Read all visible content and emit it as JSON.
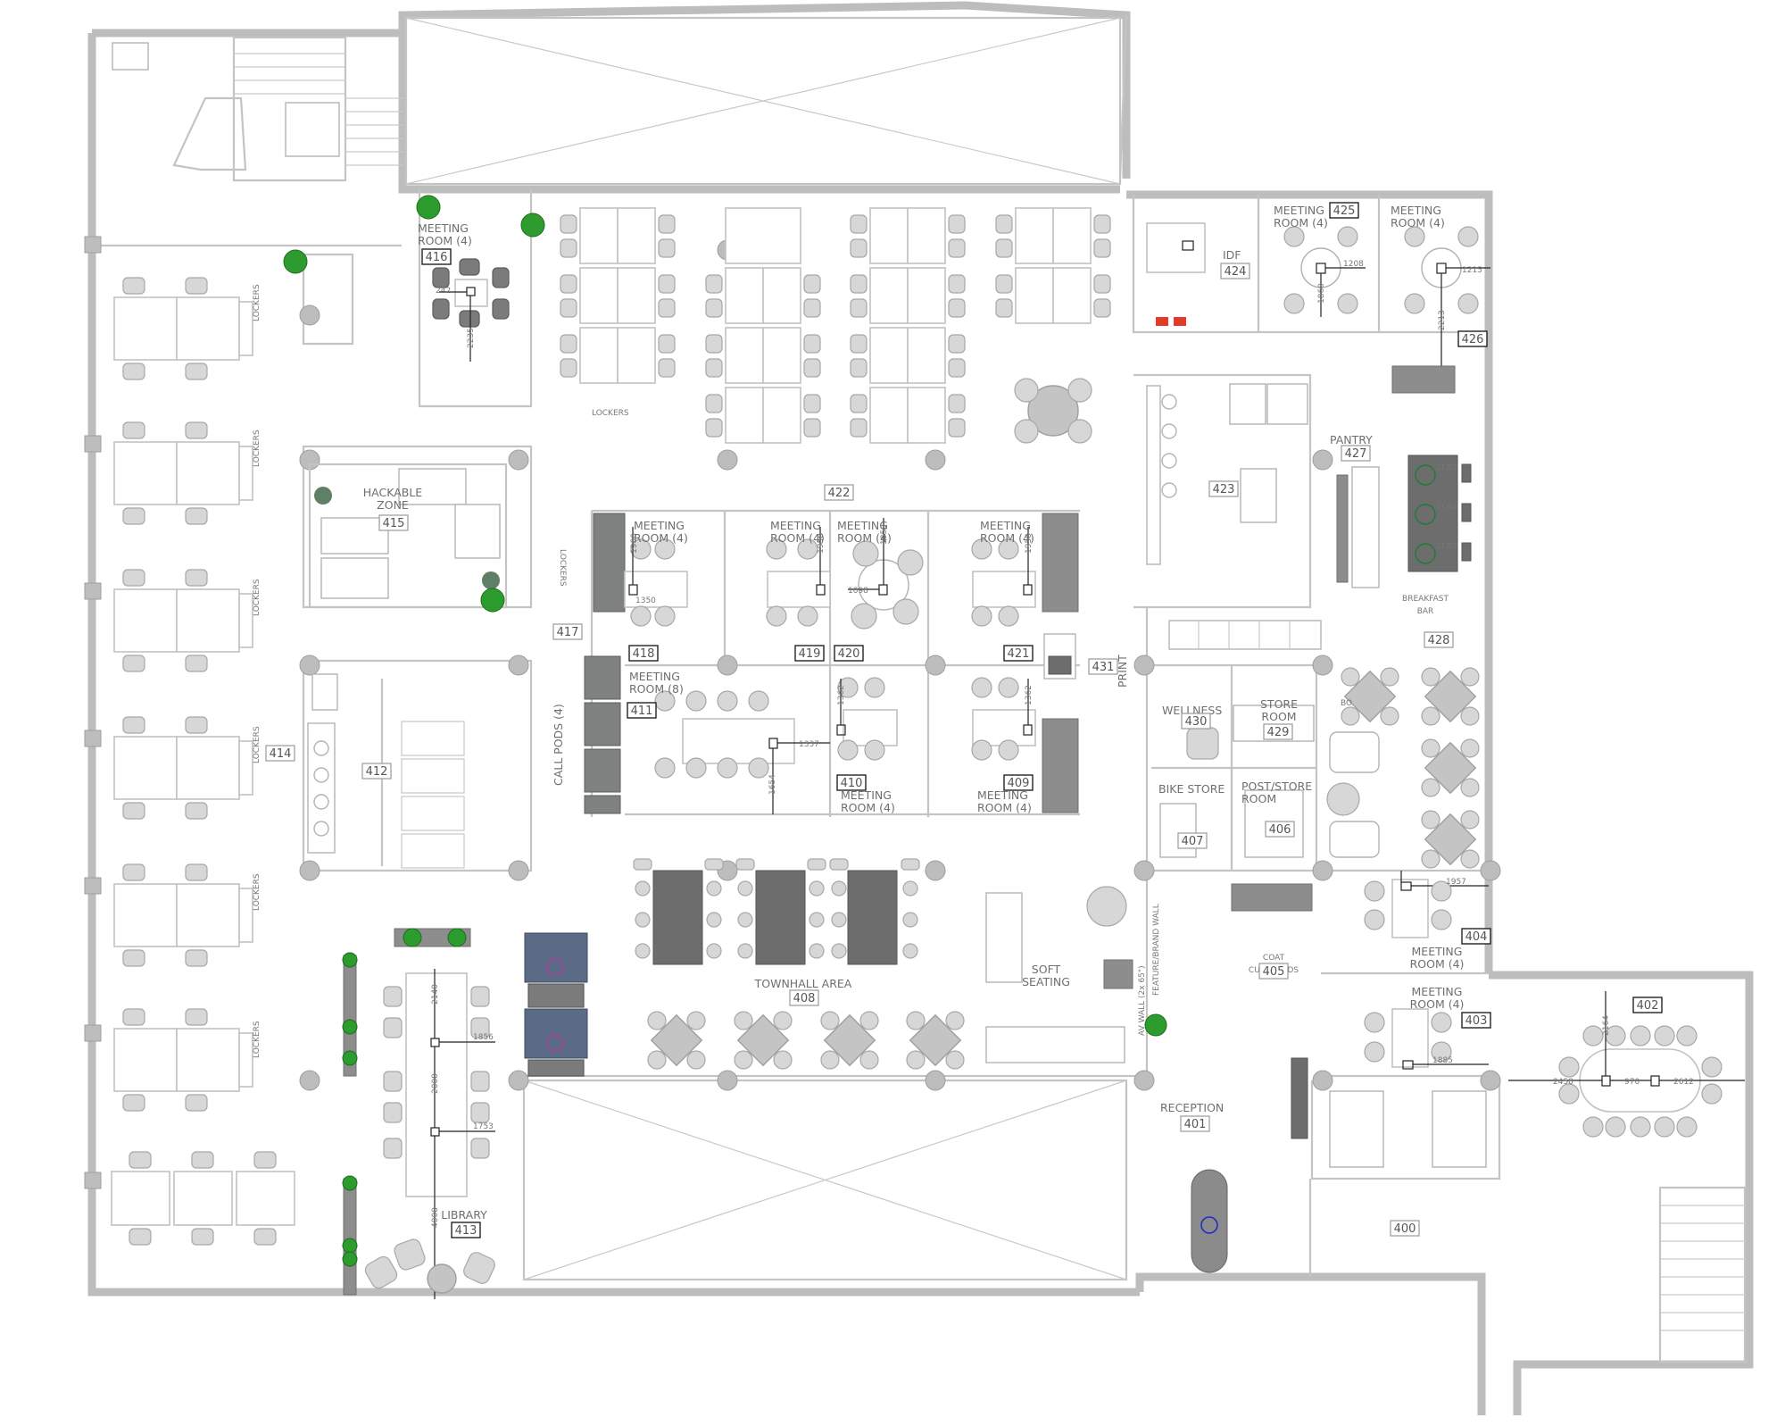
{
  "rooms": {
    "r416": {
      "name": "MEETING\nROOM  (4)",
      "num": "416"
    },
    "r415": {
      "name": "HACKABLE\nZONE",
      "num": "415"
    },
    "r414": {
      "num": "414"
    },
    "r412": {
      "num": "412"
    },
    "r413": {
      "name": "LIBRARY",
      "num": "413"
    },
    "r417": {
      "num": "417"
    },
    "r418": {
      "name": "MEETING\nROOM  (4)",
      "num": "418"
    },
    "r419": {
      "name": "MEETING\nROOM  (4)",
      "num": "419"
    },
    "r420": {
      "name": "MEETING\nROOM  (4)",
      "num": "420"
    },
    "r421": {
      "name": "MEETING\nROOM  (4)",
      "num": "421"
    },
    "r411": {
      "name": "MEETING\nROOM  (8)",
      "num": "411"
    },
    "r410": {
      "name": "MEETING\nROOM  (4)",
      "num": "410"
    },
    "r409": {
      "name": "MEETING\nROOM  (4)",
      "num": "409"
    },
    "r422": {
      "num": "422"
    },
    "r408": {
      "name": "TOWNHALL  AREA",
      "num": "408"
    },
    "r424": {
      "name": "IDF",
      "num": "424"
    },
    "r425": {
      "name": "MEETING\nROOM  (4)",
      "num": "425"
    },
    "r426": {
      "name": "MEETING\nROOM  (4)",
      "num": "426"
    },
    "r423": {
      "num": "423"
    },
    "r427": {
      "name": "PANTRY",
      "num": "427"
    },
    "r428": {
      "name": "BREAKFAST\nBAR",
      "num": "428"
    },
    "r430": {
      "name": "WELLNESS",
      "num": "430"
    },
    "r429": {
      "name": "STORE\nROOM",
      "num": "429"
    },
    "r407": {
      "name": "BIKE  STORE",
      "num": "407"
    },
    "r406": {
      "name": "POST/STORE\nROOM",
      "num": "406"
    },
    "r405": {
      "name": "COAT\nCUPBOARDS",
      "num": "405"
    },
    "r404": {
      "name": "MEETING\nROOM  (4)",
      "num": "404"
    },
    "r403": {
      "name": "MEETING\nROOM  (4)",
      "num": "403"
    },
    "r402": {
      "num": "402"
    },
    "r401": {
      "name": "RECEPTION",
      "num": "401"
    },
    "r400": {
      "num": "400"
    },
    "r431": {
      "num": "431"
    }
  },
  "labels": {
    "lockers": "LOCKERS",
    "call_pods": "CALL  PODS  (4)",
    "print": "PRINT",
    "soft_seating": "SOFT\nSEATING",
    "av_wall": "AV  WALL  (2x 65\")",
    "feature_wall": "FEATURE/BRAND  WALL",
    "bo": "BO",
    "lt03": "LT.03"
  },
  "dimensions": {
    "d416": [
      "242",
      "2235"
    ],
    "d418": "1350",
    "d418b": "1900",
    "d419": "1950",
    "d420": [
      "1098",
      "1850"
    ],
    "d421": "1950",
    "d411": [
      "1337",
      "1654"
    ],
    "d410": "1362",
    "d409": "1362",
    "d425": [
      "1208",
      "1860"
    ],
    "d426": [
      "1215",
      "2213"
    ],
    "d404": "1957",
    "d403": "1885",
    "d402": [
      "2458",
      "970",
      "2612",
      "2164"
    ],
    "d413": [
      "2140",
      "1856",
      "2000",
      "1753",
      "4000"
    ]
  }
}
